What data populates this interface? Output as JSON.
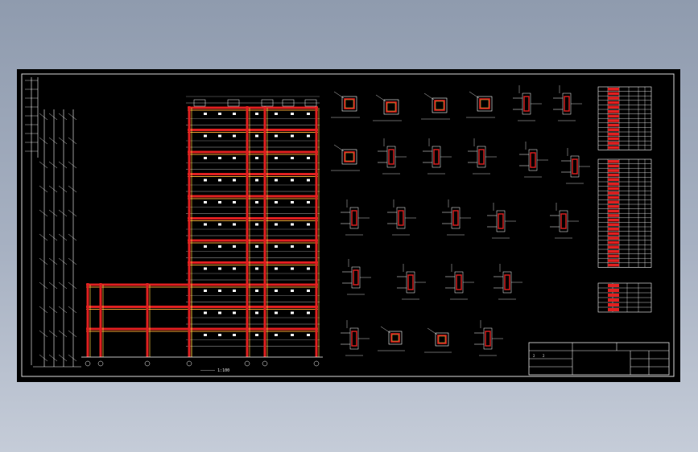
{
  "drawing": {
    "frame_title": "—————— 1:100",
    "colors": {
      "background": "#000000",
      "column": "#e02020",
      "beam": "#e02020",
      "beam_highlight": "#f0a030",
      "linework": "#ffffff",
      "cyan": "#00c8d8",
      "yellow": "#ffd040"
    },
    "floor_count": 11,
    "title_block": {
      "cell_1": "2    2",
      "cell_2": " ",
      "cell_3": " "
    }
  }
}
